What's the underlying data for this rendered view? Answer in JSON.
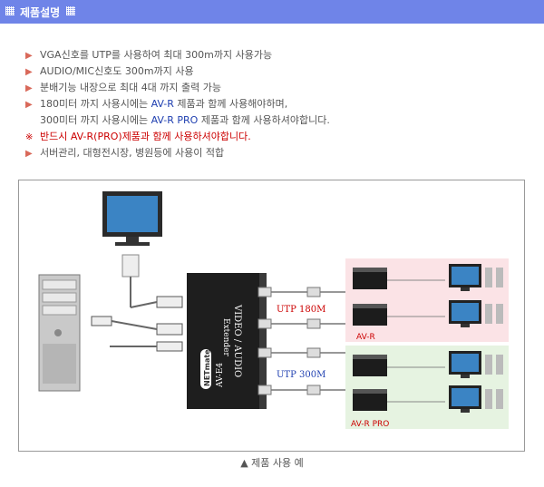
{
  "header": {
    "title": "제품설명"
  },
  "features": [
    {
      "parts": [
        {
          "text": "VGA신호를 UTP를 사용하여 최대 300m까지 사용가능",
          "cls": ""
        }
      ]
    },
    {
      "parts": [
        {
          "text": "AUDIO/MIC신호도 300m까지 사용",
          "cls": ""
        }
      ]
    },
    {
      "parts": [
        {
          "text": "분배기능 내장으로 최대 4대 까지 출력 가능",
          "cls": ""
        }
      ]
    },
    {
      "parts": [
        {
          "text": "180미터 까지 사용시에는 ",
          "cls": ""
        },
        {
          "text": "AV-R",
          "cls": "blue"
        },
        {
          "text": " 제품과 함께 사용해야하며,",
          "cls": ""
        }
      ]
    },
    {
      "indent": true,
      "parts": [
        {
          "text": "300미터 까지 사용시에는 ",
          "cls": ""
        },
        {
          "text": "AV-R PRO",
          "cls": "blue"
        },
        {
          "text": " 제품과 함께 사용하셔야합니다.",
          "cls": ""
        }
      ]
    },
    {
      "bullet": "※",
      "parts": [
        {
          "text": "반드시 AV-R(PRO)제품과 함께 사용하셔야합니다.",
          "cls": "red"
        }
      ]
    },
    {
      "parts": [
        {
          "text": "서버관리, 대형전시장, 병원등에 사용이 적합",
          "cls": ""
        }
      ]
    }
  ],
  "diagram": {
    "extender_brand": "NETmate",
    "extender_model": "AV-E4",
    "extender_line1": "VIDEO / AUDIO",
    "extender_line2": "Extender",
    "utp_180": "UTP 180M",
    "utp_300": "UTP 300M",
    "group_avr": "AV-R",
    "group_avr_pro": "AV-R PRO",
    "colors": {
      "red_label": "#cc0000",
      "blue_label": "#1f3fb0",
      "avr_bg": "#fbe3e6",
      "avr_pro_bg": "#e6f3e1"
    }
  },
  "caption": "▲ 제품 사용 예"
}
